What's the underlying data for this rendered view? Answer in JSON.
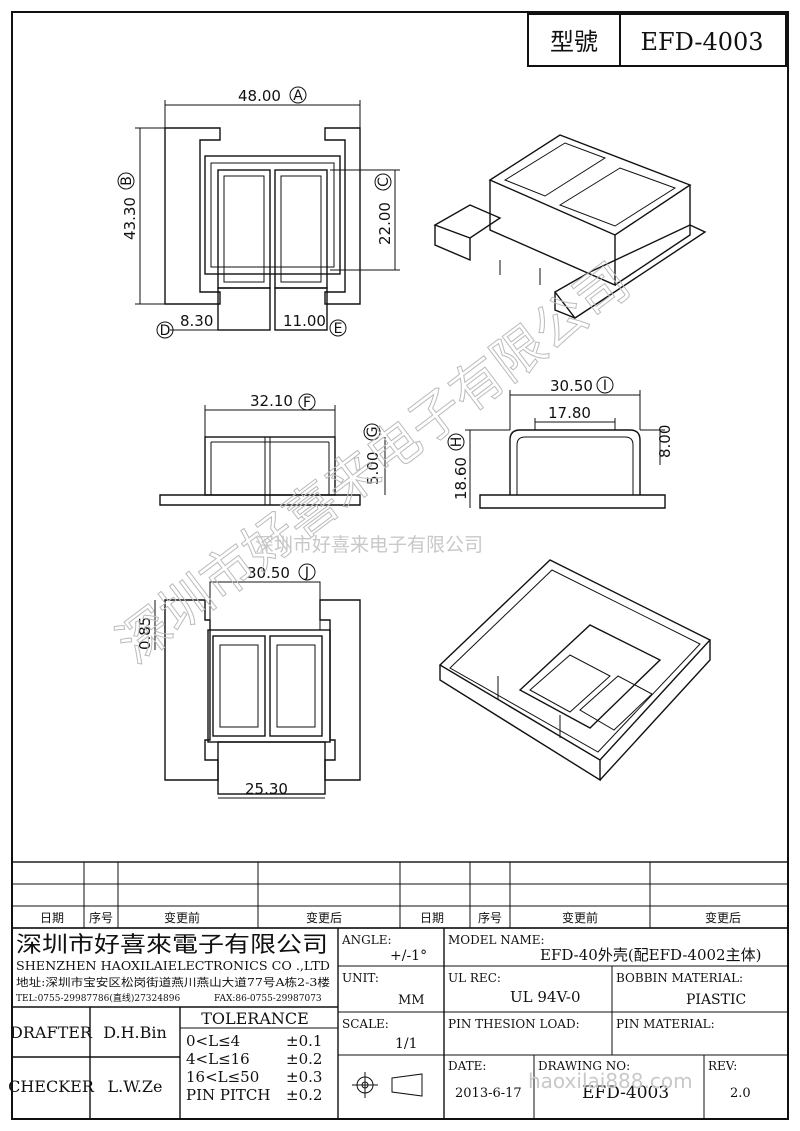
{
  "model": {
    "label": "型號",
    "value": "EFD-4003"
  },
  "dimensions": {
    "A": {
      "value": "48.00",
      "letter": "A"
    },
    "B": {
      "value": "43.30",
      "letter": "B"
    },
    "C": {
      "value": "22.00",
      "letter": "C"
    },
    "D": {
      "value": "8.30",
      "letter": "D"
    },
    "E": {
      "value": "11.00",
      "letter": "E"
    },
    "F": {
      "value": "32.10",
      "letter": "F"
    },
    "G": {
      "value": "5.00",
      "letter": "G"
    },
    "H": {
      "value": "18.60",
      "letter": "H"
    },
    "I": {
      "value": "30.50",
      "letter": "I"
    },
    "J": {
      "value": "30.50",
      "letter": "J"
    },
    "inner": "17.80",
    "height8": "8.00",
    "d085": "0.85",
    "d2530": "25.30"
  },
  "watermark": {
    "big": "深圳市好喜来电子有限公司",
    "small": "深圳市好喜来电子有限公司",
    "url": "haoxilai888.com"
  },
  "revision_table": {
    "headers": [
      "日期",
      "序号",
      "变更前",
      "变更后",
      "日期",
      "序号",
      "变更前",
      "变更后"
    ]
  },
  "company": {
    "name_cn": "深圳市好喜來電子有限公司",
    "name_en": "SHENZHEN HAOXILAIELECTRONICS CO .,LTD",
    "address": "地址:深圳市宝安区松岗街道燕川燕山大道77号A栋2-3楼",
    "tel": "TEL:0755-29987786(直线)27324896",
    "fax": "FAX:86-0755-29987073"
  },
  "title_block": {
    "angle_label": "ANGLE:",
    "angle_value": "+/-1°",
    "model_name_label": "MODEL NAME:",
    "model_name_value": "EFD-40外壳(配EFD-4002主体)",
    "unit_label": "UNIT:",
    "unit_value": "MM",
    "ul_rec_label": "UL REC:",
    "ul_rec_value": "UL 94V-0",
    "bobbin_label": "BOBBIN MATERIAL:",
    "bobbin_value": "PIASTIC",
    "scale_label": "SCALE:",
    "scale_value": "1/1",
    "pin_tension_label": "PIN THESION LOAD:",
    "pin_material_label": "PIN MATERIAL:",
    "date_label": "DATE:",
    "date_value": "2013-6-17",
    "drawing_no_label": "DRAWING NO:",
    "drawing_no_value": "EFD-4003",
    "rev_label": "REV:",
    "rev_value": "2.0",
    "drafter_label": "DRAFTER",
    "drafter_value": "D.H.Bin",
    "checker_label": "CHECKER",
    "checker_value": "L.W.Ze",
    "tolerance_label": "TOLERANCE",
    "tolerance_rows": [
      {
        "range": "0<L≤4",
        "tol": "±0.1"
      },
      {
        "range": "4<L≤16",
        "tol": "±0.2"
      },
      {
        "range": "16<L≤50",
        "tol": "±0.3"
      },
      {
        "range": "PIN PITCH",
        "tol": "±0.2"
      }
    ]
  }
}
